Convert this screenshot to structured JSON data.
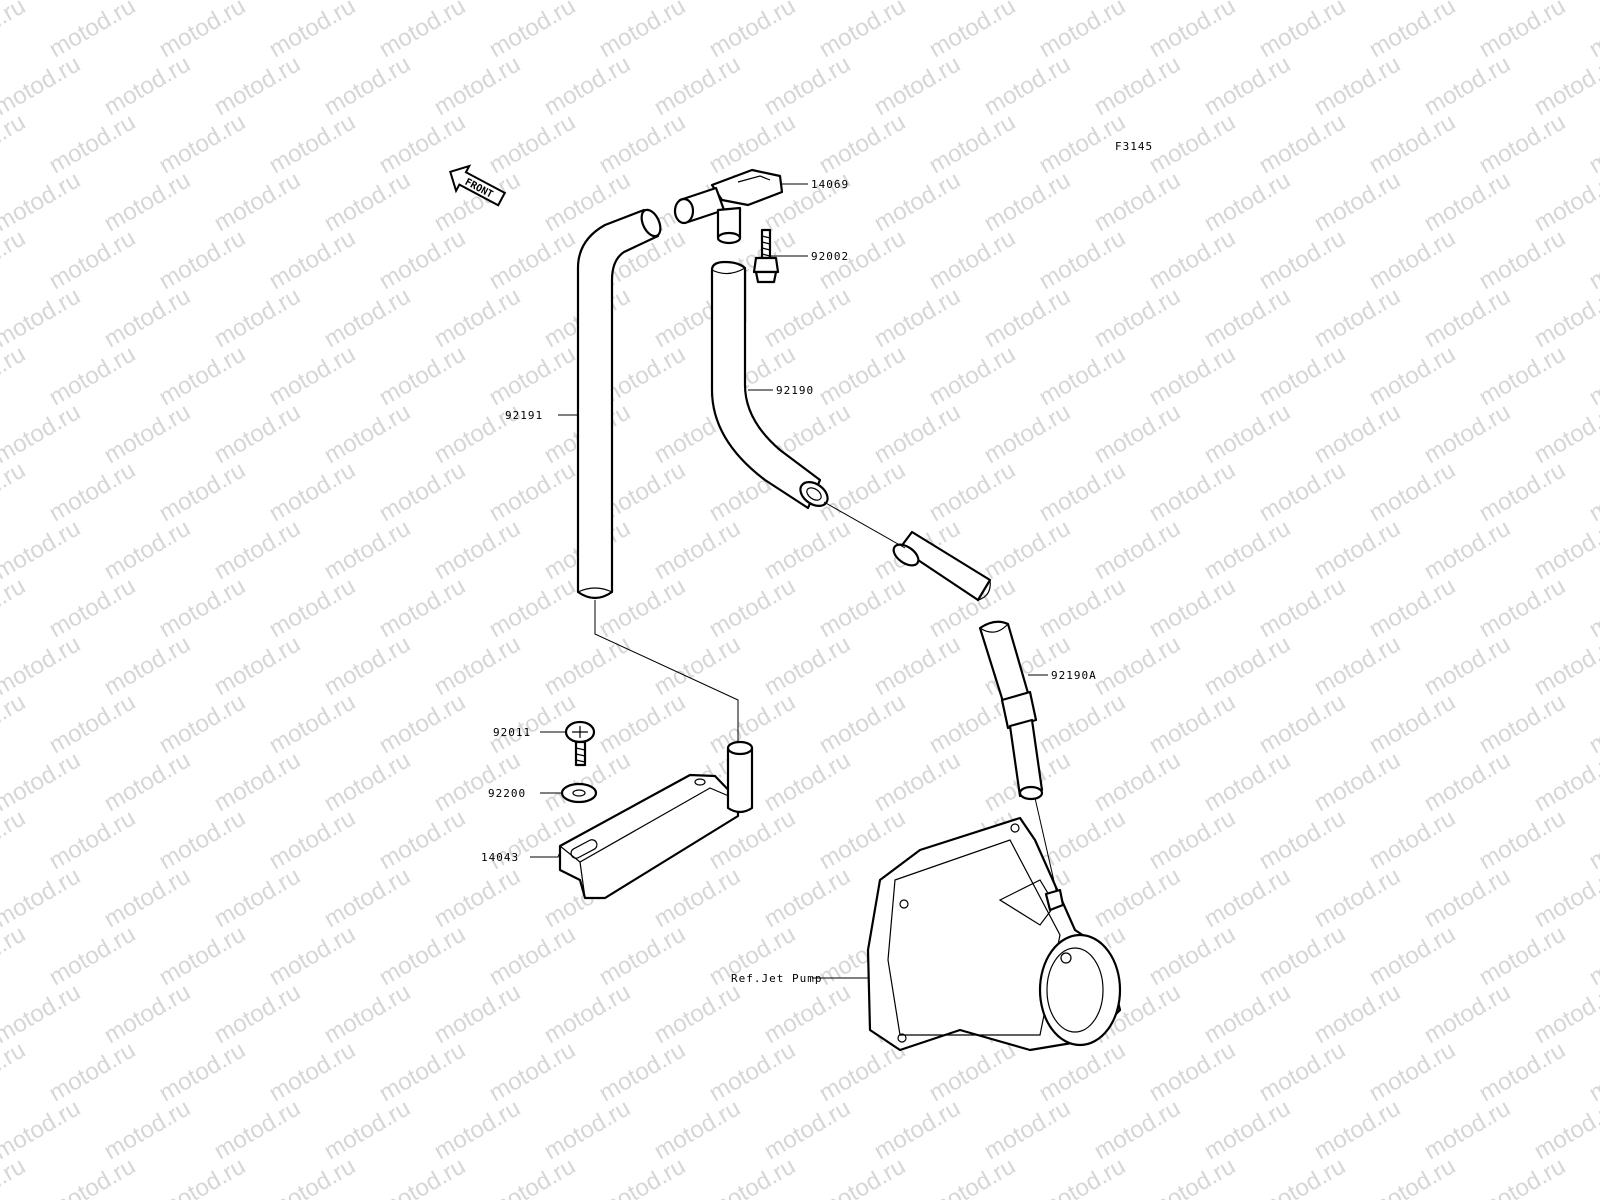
{
  "watermark": {
    "text": "motod.ru"
  },
  "diagram": {
    "figure_code": "F3145",
    "front_arrow": "FRONT",
    "labels": {
      "p14069": "14069",
      "p92002": "92002",
      "p92190": "92190",
      "p92191": "92191",
      "p92190A": "92190A",
      "p92011": "92011",
      "p92200": "92200",
      "p14043": "14043",
      "jet_pump": "Ref.Jet Pump"
    }
  },
  "colors": {
    "line": "#000000",
    "watermark": "#d6d6d6",
    "background": "#ffffff"
  }
}
